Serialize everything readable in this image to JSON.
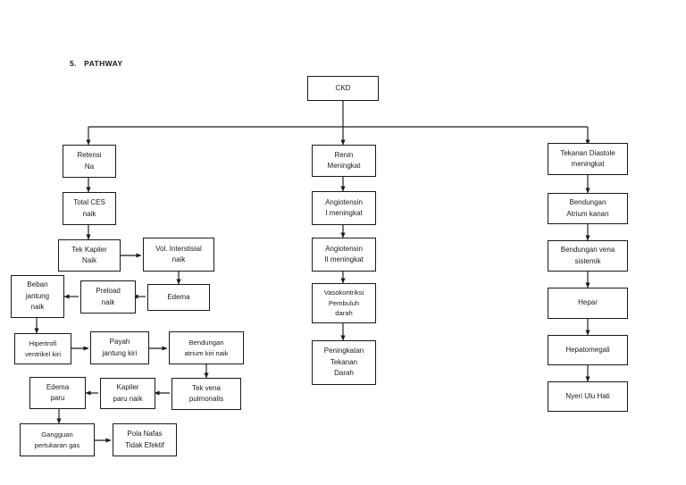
{
  "page": {
    "heading": "5.   PATHWAY",
    "line_color": "#1a1a1a",
    "box_border_color": "#1a1a1a",
    "background": "#ffffff"
  },
  "diagram": {
    "type": "flowchart",
    "title": "PATHWAY",
    "root": {
      "id": "ckd",
      "label": "CKD"
    },
    "columns": {
      "left": {
        "name": "Retensi Na branch",
        "nodes": [
          {
            "id": "retensi_na",
            "label": "Retensi\nNa"
          },
          {
            "id": "total_ces",
            "label": "Total CES\nnaik"
          },
          {
            "id": "tek_kapiler",
            "label": "Tek Kapiler\nNaik"
          },
          {
            "id": "vol_interstisial",
            "label": "Vol. Interstisial\nnaik"
          },
          {
            "id": "edema",
            "label": "Edema"
          },
          {
            "id": "preload",
            "label": "Preload\nnaik"
          },
          {
            "id": "beban_jantung",
            "label": "Beban\njantung\nnaik"
          },
          {
            "id": "hipertrofi",
            "label": "Hipertrofi\nventrikel kiri"
          },
          {
            "id": "payah_jantung",
            "label": "Payah\njantung kiri"
          },
          {
            "id": "bendungan_atrium_kiri",
            "label": "Bendungan\natrium kiri naik"
          },
          {
            "id": "tek_vena_pulmonalis",
            "label": "Tek vena\npulmonalis"
          },
          {
            "id": "kapiler_paru",
            "label": "Kapiler\nparu naik"
          },
          {
            "id": "edema_paru",
            "label": "Edema\nparu"
          },
          {
            "id": "gangguan_pertukaran",
            "label": "Gangguan\npertukaran gas"
          },
          {
            "id": "pola_nafas",
            "label": "Pola Nafas\nTidak Efektif"
          }
        ]
      },
      "middle": {
        "name": "Renin branch",
        "nodes": [
          {
            "id": "renin",
            "label": "Renin\nMeningkat"
          },
          {
            "id": "angiotensin1",
            "label": "Angiotensin\nI meningkat"
          },
          {
            "id": "angiotensin2",
            "label": "Angiotensin\nII meningkat"
          },
          {
            "id": "vasokontriksi",
            "label": "Vasokontriksi\nPembuluh\ndarah"
          },
          {
            "id": "peningkatan_td",
            "label": "Peningkatan\nTekanan\nDarah"
          }
        ]
      },
      "right": {
        "name": "Tekanan Diastole branch",
        "nodes": [
          {
            "id": "tekanan_diastole",
            "label": "Tekanan Diastole\nmeningkat"
          },
          {
            "id": "bendungan_atrium_kanan",
            "label": "Bendungan\nAtrium kanan"
          },
          {
            "id": "bendungan_vena",
            "label": "Bendungan vena\nsistemik"
          },
          {
            "id": "hepar",
            "label": "Hepar"
          },
          {
            "id": "hepatomegali",
            "label": "Hepatomegali"
          },
          {
            "id": "nyeri_ulu_hati",
            "label": "Nyeri Ulu Hati"
          }
        ]
      }
    },
    "edges": [
      {
        "from": "ckd",
        "to": "retensi_na"
      },
      {
        "from": "ckd",
        "to": "renin"
      },
      {
        "from": "ckd",
        "to": "tekanan_diastole"
      },
      {
        "from": "retensi_na",
        "to": "total_ces"
      },
      {
        "from": "total_ces",
        "to": "tek_kapiler"
      },
      {
        "from": "tek_kapiler",
        "to": "vol_interstisial"
      },
      {
        "from": "vol_interstisial",
        "to": "edema"
      },
      {
        "from": "edema",
        "to": "preload"
      },
      {
        "from": "preload",
        "to": "beban_jantung"
      },
      {
        "from": "beban_jantung",
        "to": "hipertrofi"
      },
      {
        "from": "hipertrofi",
        "to": "payah_jantung"
      },
      {
        "from": "payah_jantung",
        "to": "bendungan_atrium_kiri"
      },
      {
        "from": "bendungan_atrium_kiri",
        "to": "tek_vena_pulmonalis"
      },
      {
        "from": "tek_vena_pulmonalis",
        "to": "kapiler_paru"
      },
      {
        "from": "kapiler_paru",
        "to": "edema_paru"
      },
      {
        "from": "edema_paru",
        "to": "gangguan_pertukaran"
      },
      {
        "from": "gangguan_pertukaran",
        "to": "pola_nafas"
      },
      {
        "from": "renin",
        "to": "angiotensin1"
      },
      {
        "from": "angiotensin1",
        "to": "angiotensin2"
      },
      {
        "from": "angiotensin2",
        "to": "vasokontriksi"
      },
      {
        "from": "vasokontriksi",
        "to": "peningkatan_td"
      },
      {
        "from": "tekanan_diastole",
        "to": "bendungan_atrium_kanan"
      },
      {
        "from": "bendungan_atrium_kanan",
        "to": "bendungan_vena"
      },
      {
        "from": "bendungan_vena",
        "to": "hepar"
      },
      {
        "from": "hepar",
        "to": "hepatomegali"
      },
      {
        "from": "hepatomegali",
        "to": "nyeri_ulu_hati"
      }
    ]
  }
}
